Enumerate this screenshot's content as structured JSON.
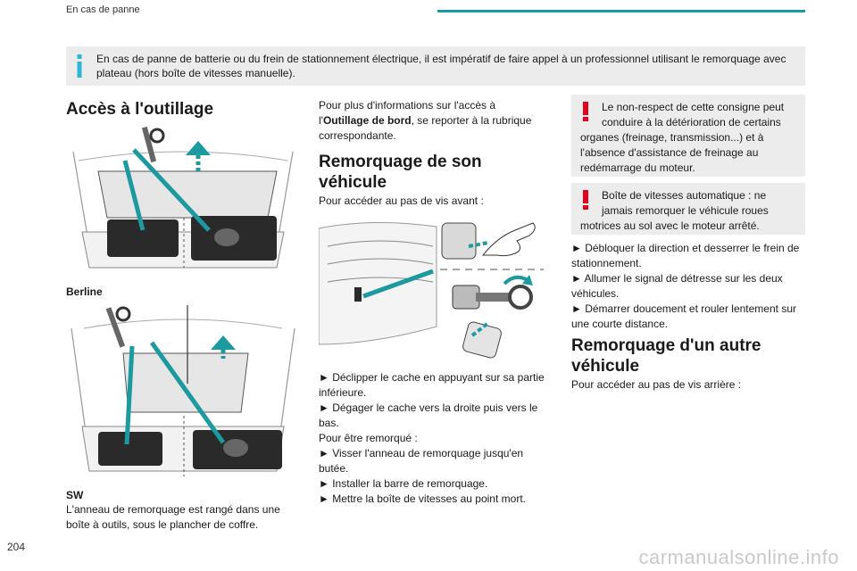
{
  "header": {
    "section_title": "En cas de panne"
  },
  "info_note": "En cas de panne de batterie ou du frein de stationnement électrique, il est impératif de faire appel à un professionnel utilisant le remorquage avec plateau (hors boîte de vitesses manuelle).",
  "col1": {
    "heading": "Accès à l'outillage",
    "caption_berline": "Berline",
    "caption_sw": "SW",
    "sw_text": "L'anneau de remorquage est rangé dans une boîte à outils, sous le plancher de coffre."
  },
  "col2": {
    "intro_line1": "Pour plus d'informations sur l'accès à",
    "intro_prefix": "l'",
    "intro_bold": "Outillage de bord",
    "intro_suffix": ", se reporter à la rubrique",
    "intro_line3": "correspondante.",
    "heading_line1": "Remorquage de son",
    "heading_line2": "véhicule",
    "access_text": "Pour accéder au pas de vis avant :",
    "steps": [
      "► Déclipper le cache en appuyant sur sa partie",
      "inférieure.",
      "► Dégager le cache vers la droite puis vers le",
      "bas.",
      "Pour être remorqué :",
      "► Visser l'anneau de remorquage jusqu'en",
      "butée.",
      "► Installer la barre de remorquage.",
      "► Mettre la boîte de vitesses au point mort."
    ]
  },
  "col3": {
    "warning1": [
      "Le non-respect de cette consigne peut",
      "conduire à la détérioration de certains",
      "organes (freinage, transmission...) et à",
      "l'absence d'assistance de freinage au",
      "redémarrage du moteur."
    ],
    "warning2": [
      "Boîte de vitesses automatique : ne",
      "jamais remorquer le véhicule roues",
      "motrices au sol avec le moteur arrêté."
    ],
    "steps": [
      "► Débloquer la direction et desserrer le frein de",
      "stationnement.",
      "► Allumer le signal de détresse sur les deux",
      "véhicules.",
      "► Démarrer doucement et rouler lentement sur",
      "une courte distance."
    ],
    "heading_line1": "Remorquage d'un autre",
    "heading_line2": "véhicule",
    "access_text": "Pour accéder au pas de vis arrière :"
  },
  "footer": {
    "page_number": "204",
    "watermark": "carmanualsonline.info"
  },
  "colors": {
    "accent": "#1c9aa0",
    "info_icon": "#2bb7d6",
    "warning_icon": "#e2001a",
    "box_bg": "#ececec"
  }
}
